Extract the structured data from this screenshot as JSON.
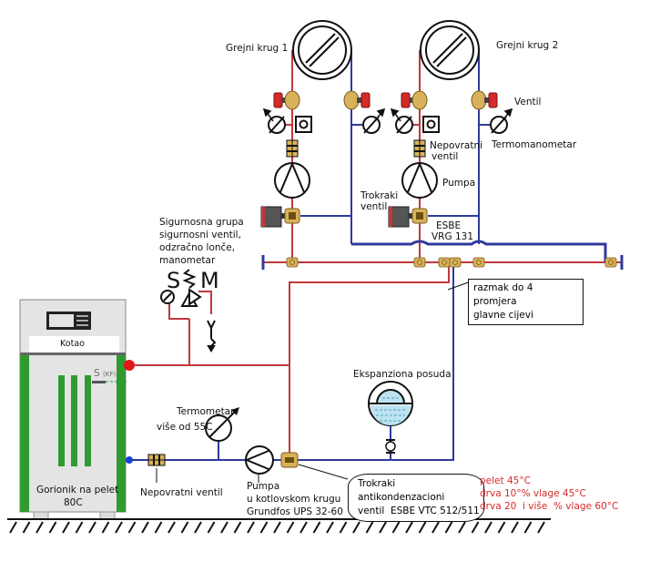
{
  "title": "Shema spajanja kotla na pelet sa dva grejna kruga",
  "colors": {
    "supply_pipe": "#c0393b",
    "return_pipe": "#2e3a9e",
    "boiler_green": "#2f9a2f",
    "boiler_body": "#e4e4e4",
    "brass": "#d8b25a",
    "valve_handle": "#d42a2a",
    "vessel_water": "#bde3f0",
    "note_text": "#d42a2a"
  },
  "labels": {
    "heating_circuit_1": "Grejni krug 1",
    "heating_circuit_2": "Grejni krug 2",
    "valve": "Ventil",
    "thermomanometer": "Termomanometar",
    "check_valve_circuit": [
      "Nepovratni",
      "ventil"
    ],
    "pump_circuit": "Pumpa",
    "three_way_valve": [
      "Trokraki",
      "ventil"
    ],
    "esbe_vrg": [
      "ESBE",
      "VRG 131"
    ],
    "safety_group": [
      "Sigurnosna grupa",
      "sigurnosni ventil,",
      "odzračno lonče,",
      "manometar"
    ],
    "safety_symbol_s": "S",
    "safety_symbol_m": "M",
    "distance_note": [
      "razmak do 4 promjera",
      "glavne cijevi"
    ],
    "boiler_name": "Kotao",
    "boiler_sensor": "S",
    "boiler_sensor_sub": "(KF)",
    "burner": [
      "Gorionik na pelet",
      "80C"
    ],
    "expansion_vessel": "Ekspanziona posuda",
    "thermometer": "Termometar",
    "thermometer_note": "više od 55C",
    "check_valve_boiler": "Nepovratni ventil",
    "boiler_pump": [
      "Pumpa",
      "u kotlovskom krugu",
      "Grundfos UPS 32-60"
    ],
    "anticondensation_valve": [
      "Trokraki",
      "antikondenzacioni",
      "ventil  ESBE VTC 512/511"
    ],
    "temperature_notes": [
      "pelet 45°C",
      "drva 10°% vlage 45°C",
      "drva 20  i više  % vlage 60°C"
    ]
  },
  "icons": {
    "radiator": "radiator-icon",
    "pump": "pump-icon",
    "ball_valve": "ball-valve-icon",
    "check_valve": "check-valve-icon",
    "three_way_mixing_valve": "three-way-valve-icon",
    "thermomanometer": "thermomanometer-icon",
    "safety_valve": "safety-valve-icon",
    "manometer": "manometer-icon",
    "expansion_vessel": "expansion-vessel-icon",
    "boiler": "boiler-icon",
    "ground": "ground-hatch-icon"
  }
}
